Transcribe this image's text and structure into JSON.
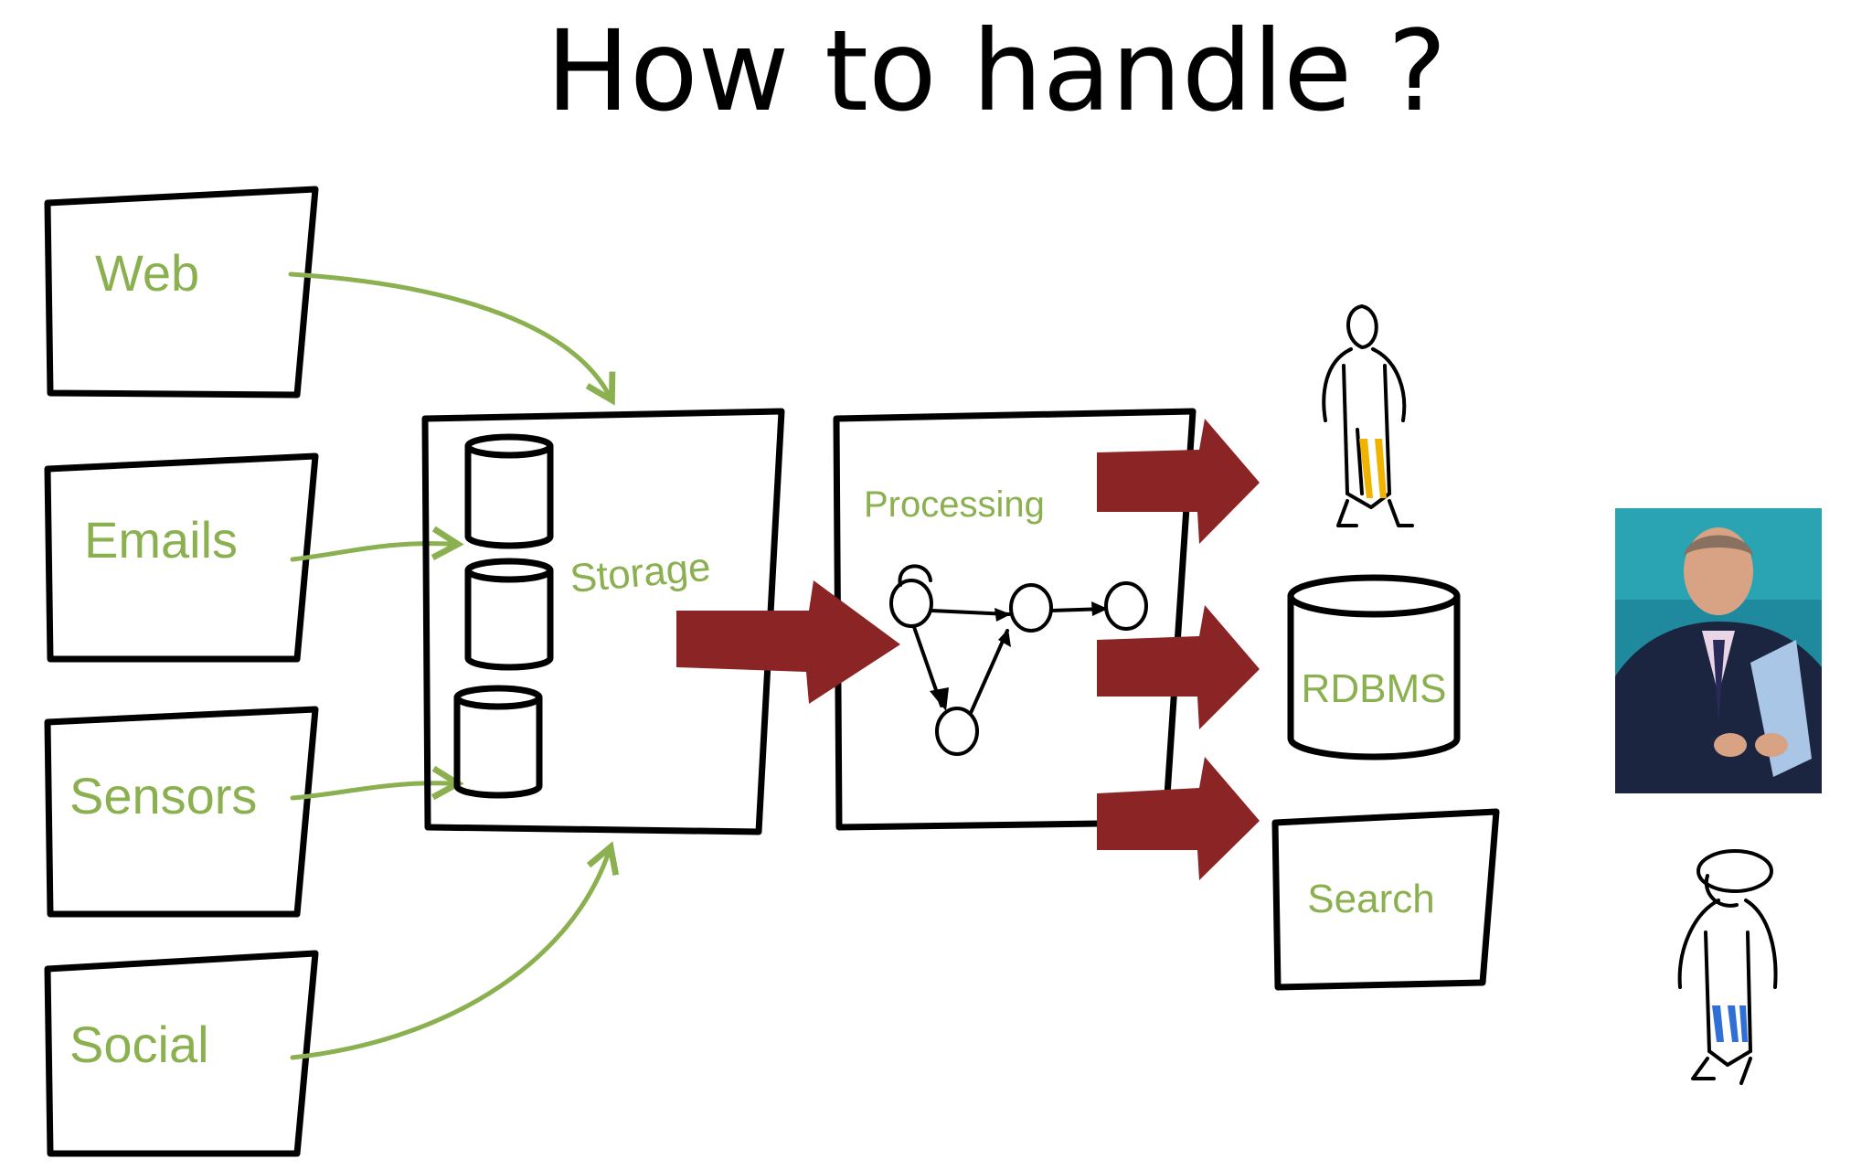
{
  "title": "How to handle ?",
  "sources": [
    "Web",
    "Emails",
    "Sensors",
    "Social"
  ],
  "storage_label": "Storage",
  "processing_label": "Processing",
  "outputs": {
    "rdbms": "RDBMS",
    "search": "Search"
  },
  "colors": {
    "label_green": "#8ab04f",
    "arrow_red": "#8b2424",
    "ink": "#000000",
    "legs_yellow": "#f0b400",
    "legs_blue": "#2f6fd6"
  },
  "icons": [
    "person-sketch-icon",
    "person-with-hat-sketch-icon",
    "database-cylinder-icon",
    "graph-network-icon"
  ],
  "photo": {
    "name": "man-in-suit-photo"
  }
}
